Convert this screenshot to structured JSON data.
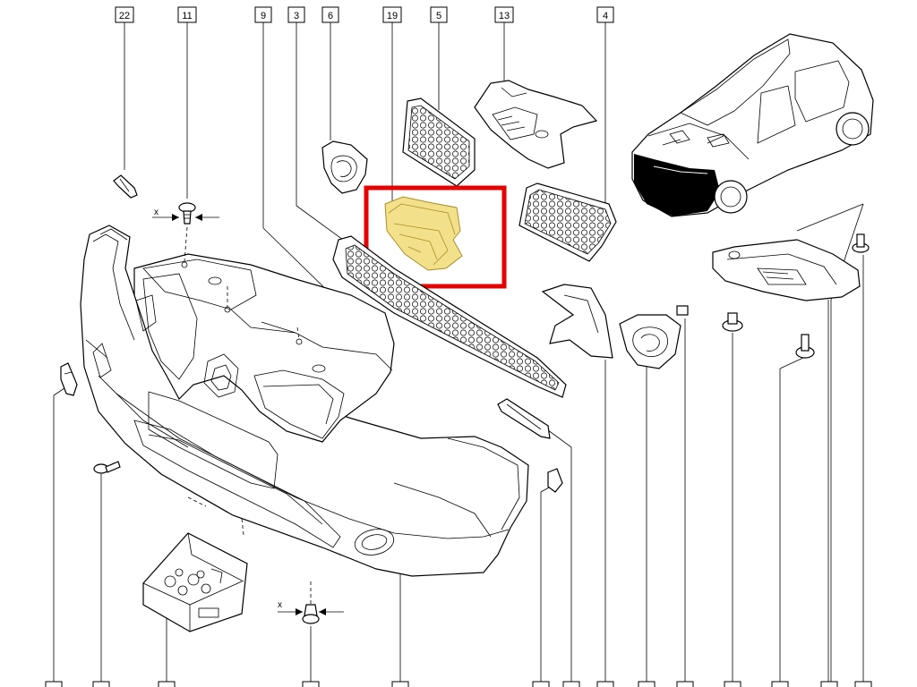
{
  "diagram": {
    "callouts": [
      "22",
      "11",
      "9",
      "3",
      "6",
      "19",
      "5",
      "13",
      "4"
    ],
    "axis_marks": [
      "x",
      "x"
    ],
    "highlight_color": "#e60000",
    "part_fill_highlight": "#f3e08a"
  }
}
